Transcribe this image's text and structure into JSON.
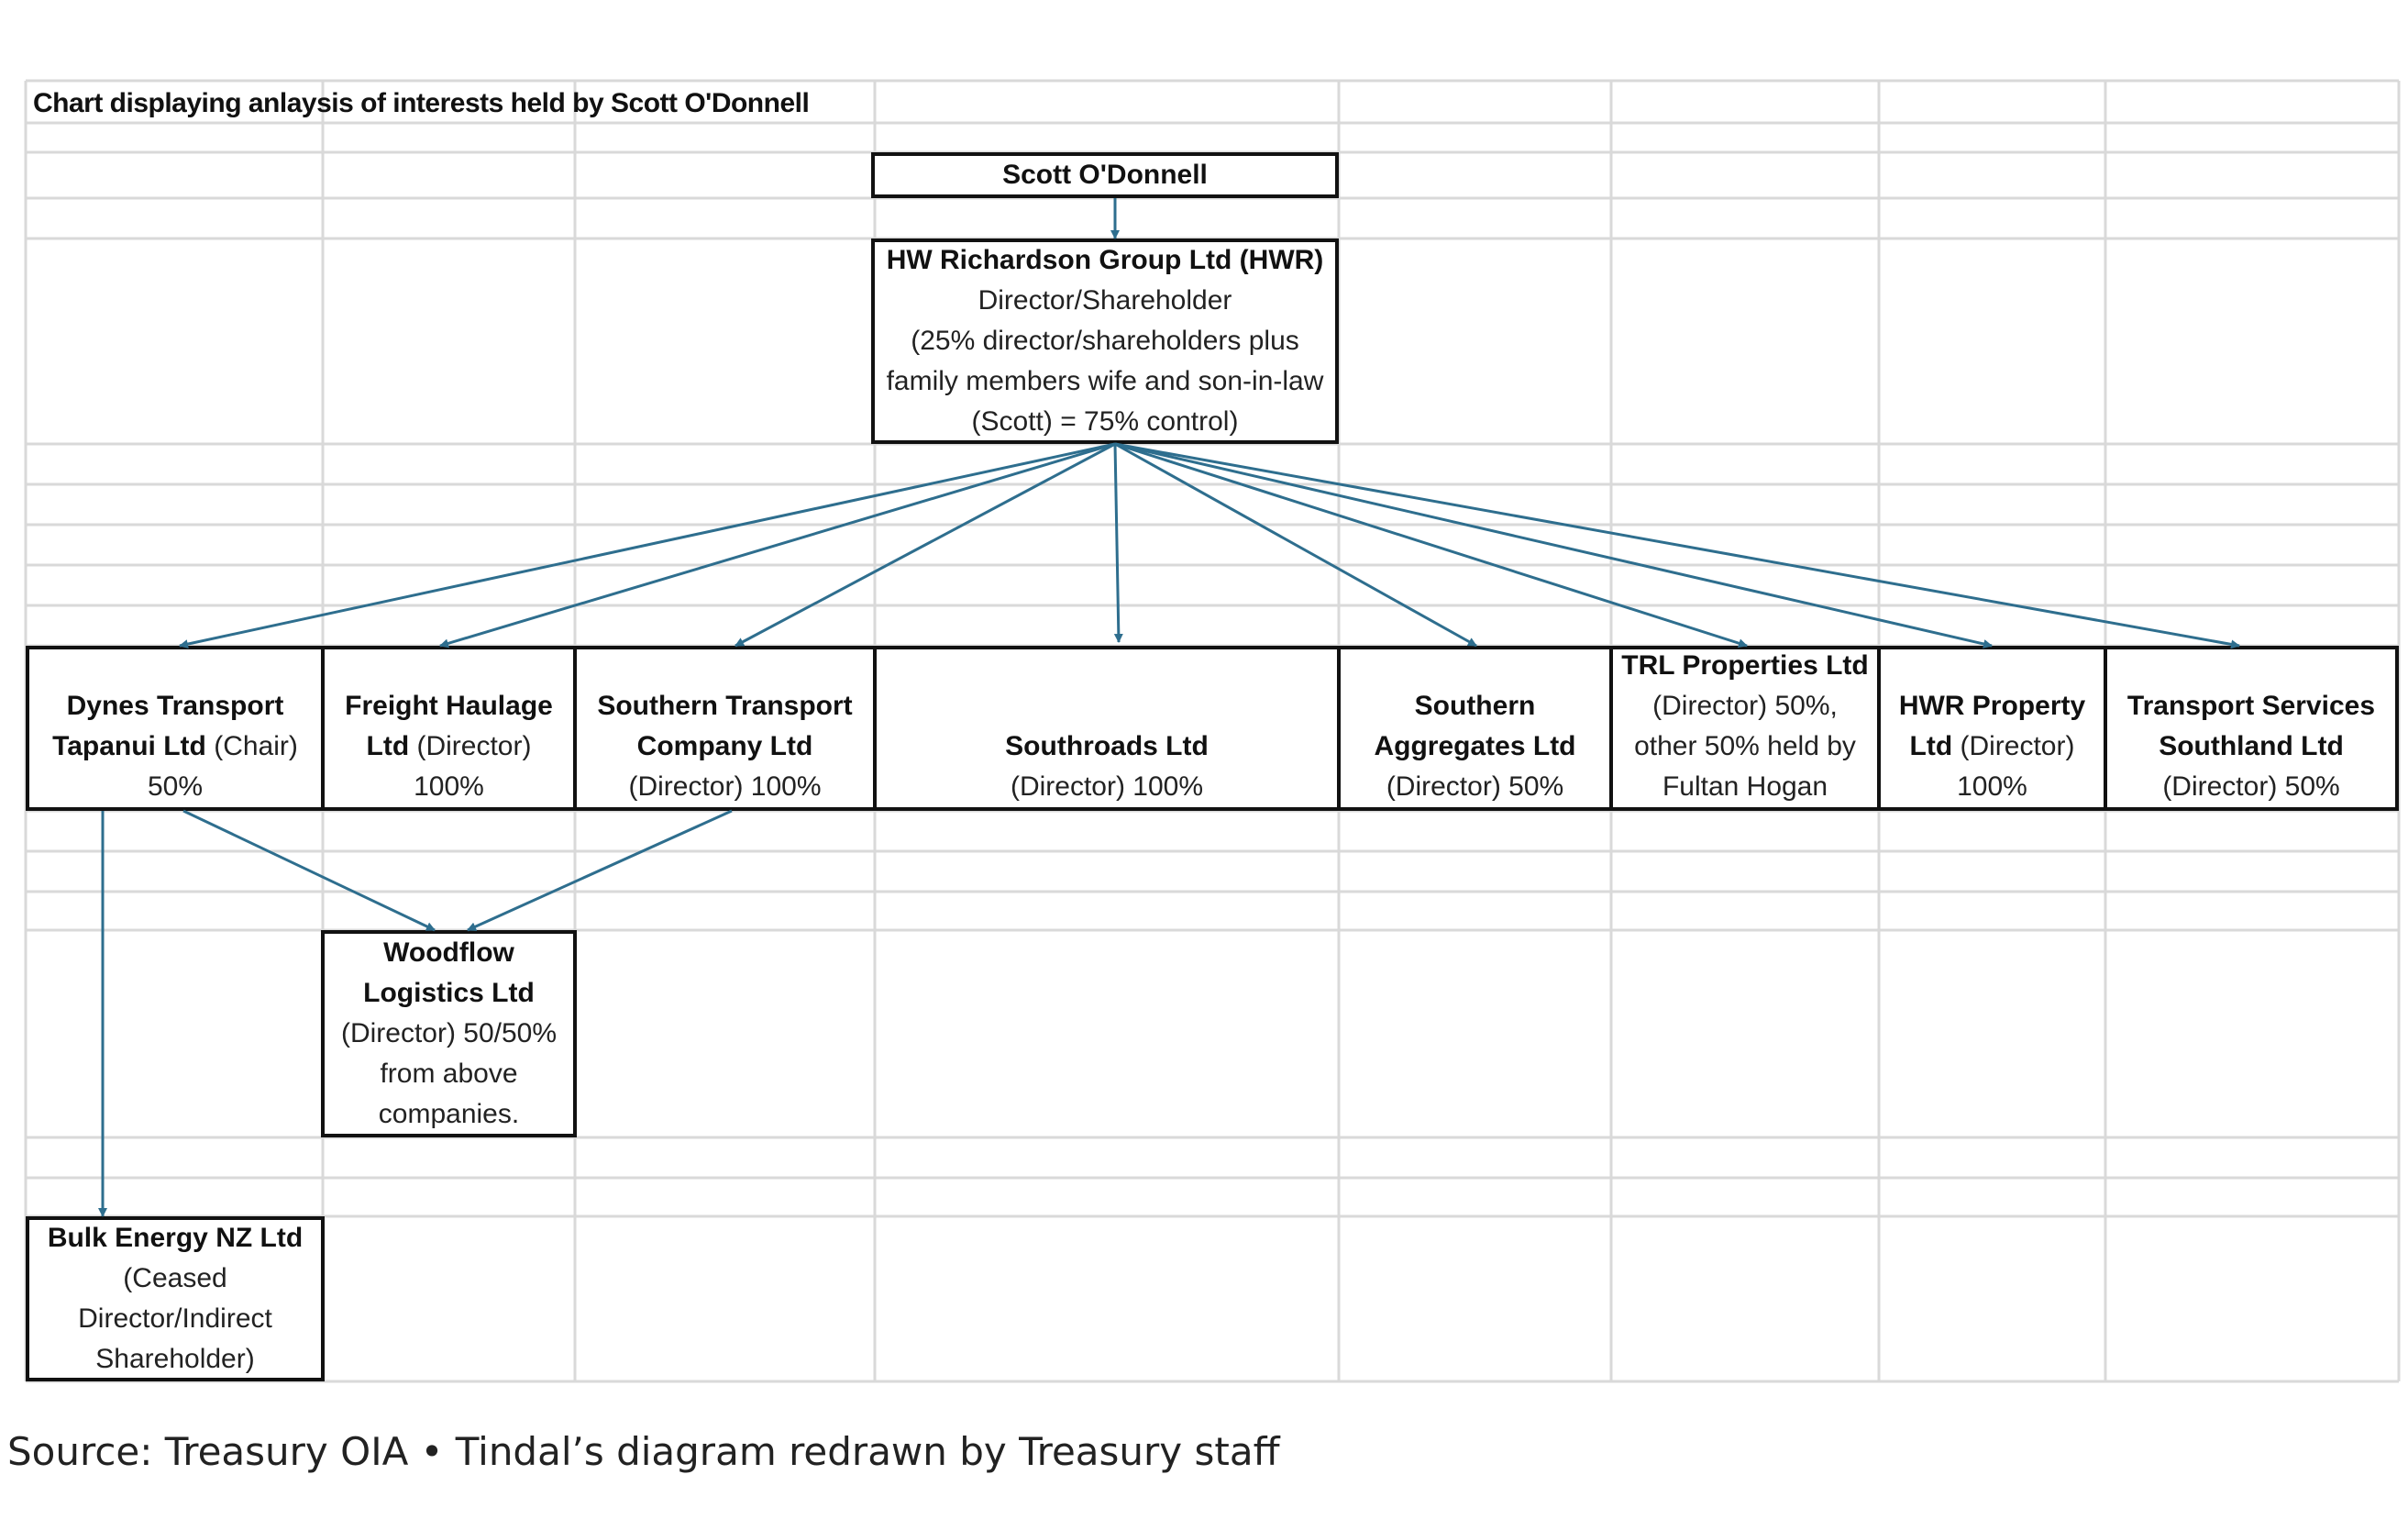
{
  "title": "Chart displaying anlaysis of interests held by Scott O'Donnell",
  "source": "Source: Treasury OIA • Tindal’s diagram redrawn by Treasury staff",
  "colors": {
    "arrow": "#2e6e8e",
    "box_border": "#111111",
    "grid": "#d9d9d9"
  },
  "top": {
    "name": "Scott O'Donnell"
  },
  "hwr": {
    "name": "HW Richardson Group Ltd (HWR)",
    "l1": "Director/Shareholder",
    "l2": "(25% director/shareholders plus",
    "l3": "family members wife and son-in-law",
    "l4": "(Scott) = 75% control)"
  },
  "companies": {
    "dynes": {
      "b1": "Dynes Transport",
      "b2": "Tapanui Ltd",
      "r2": " (Chair)",
      "r3": "50%"
    },
    "freight": {
      "b1": "Freight Haulage",
      "b2": "Ltd",
      "r2": " (Director)",
      "r3": "100%"
    },
    "southern_transport": {
      "b1": "Southern Transport",
      "b2": "Company Ltd",
      "r3": "(Director) 100%"
    },
    "southroads": {
      "b1": "Southroads Ltd",
      "r2": "(Director) 100%"
    },
    "southern_aggregates": {
      "b1": "Southern",
      "b2": "Aggregates Ltd",
      "r3": "(Director) 50%"
    },
    "trl": {
      "b1": "TRL Properties Ltd",
      "r2": "(Director) 50%,",
      "r3": "other 50% held by",
      "r4": "Fultan Hogan"
    },
    "hwr_property": {
      "b1": "HWR Property",
      "b2": "Ltd",
      "r2": " (Director)",
      "r3": "100%"
    },
    "transport_services": {
      "b1": "Transport Services",
      "b2": "Southland Ltd",
      "r3": "(Director) 50%"
    }
  },
  "woodflow": {
    "b1": "Woodflow",
    "b2": "Logistics Ltd",
    "r1": "(Director) 50/50%",
    "r2": "from above",
    "r3": "companies."
  },
  "bulk": {
    "b1": "Bulk Energy NZ Ltd",
    "r1": "(Ceased",
    "r2": "Director/Indirect",
    "r3": "Shareholder)"
  }
}
